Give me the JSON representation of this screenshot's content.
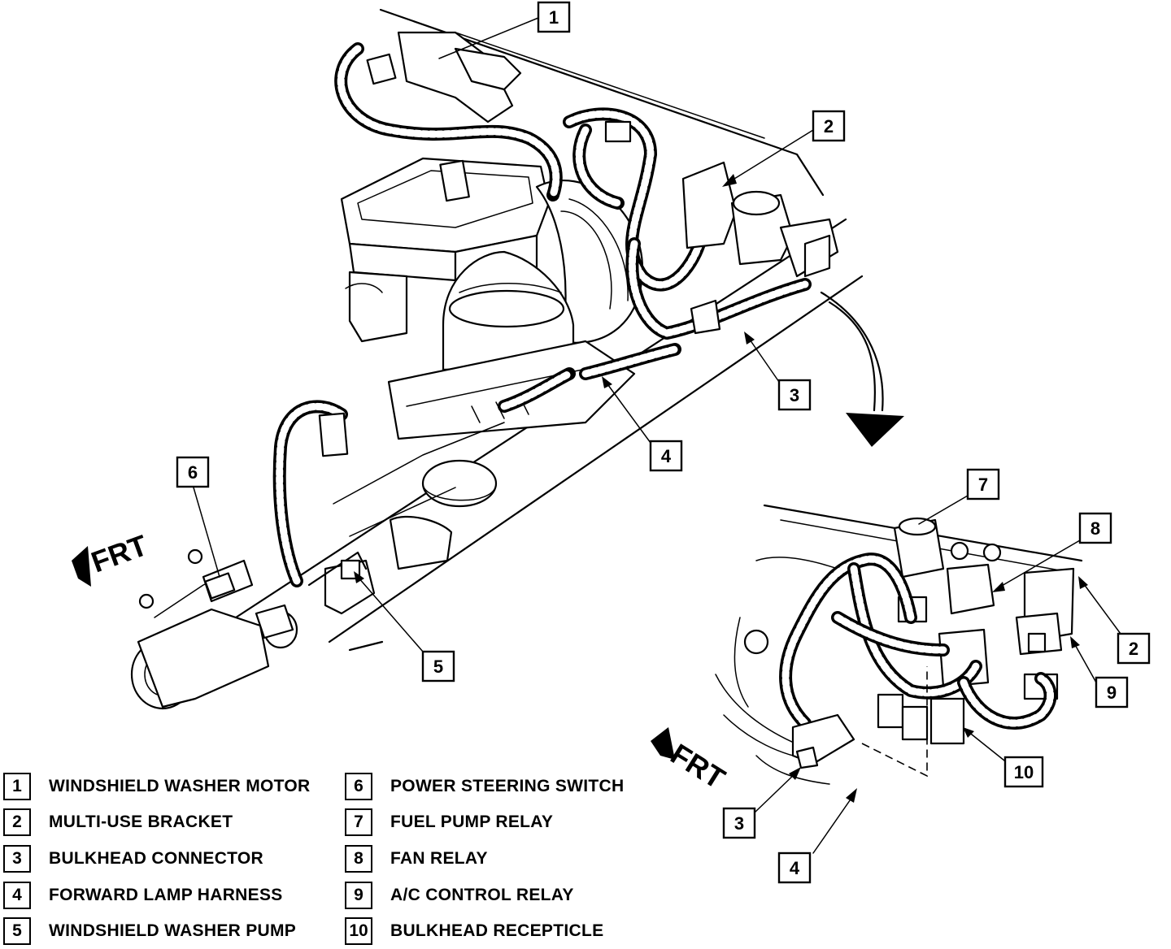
{
  "orientation_label": "FRT",
  "callouts": [
    {
      "id": "callout-1-main",
      "number": "1"
    },
    {
      "id": "callout-2-main",
      "number": "2"
    },
    {
      "id": "callout-3-main",
      "number": "3"
    },
    {
      "id": "callout-4-main",
      "number": "4"
    },
    {
      "id": "callout-5-main",
      "number": "5"
    },
    {
      "id": "callout-6-main",
      "number": "6"
    },
    {
      "id": "callout-7-detail",
      "number": "7"
    },
    {
      "id": "callout-8-detail",
      "number": "8"
    },
    {
      "id": "callout-2-detail",
      "number": "2"
    },
    {
      "id": "callout-9-detail",
      "number": "9"
    },
    {
      "id": "callout-10-detail",
      "number": "10"
    },
    {
      "id": "callout-3-detail",
      "number": "3"
    },
    {
      "id": "callout-4-detail",
      "number": "4"
    }
  ],
  "legend": [
    {
      "number": "1",
      "label": "WINDSHIELD WASHER MOTOR"
    },
    {
      "number": "2",
      "label": "MULTI-USE BRACKET"
    },
    {
      "number": "3",
      "label": "BULKHEAD CONNECTOR"
    },
    {
      "number": "4",
      "label": "FORWARD LAMP HARNESS"
    },
    {
      "number": "5",
      "label": "WINDSHIELD WASHER PUMP"
    },
    {
      "number": "6",
      "label": "POWER STEERING SWITCH"
    },
    {
      "number": "7",
      "label": "FUEL PUMP RELAY"
    },
    {
      "number": "8",
      "label": "FAN RELAY"
    },
    {
      "number": "9",
      "label": "A/C CONTROL RELAY"
    },
    {
      "number": "10",
      "label": "BULKHEAD RECEPTICLE"
    }
  ]
}
